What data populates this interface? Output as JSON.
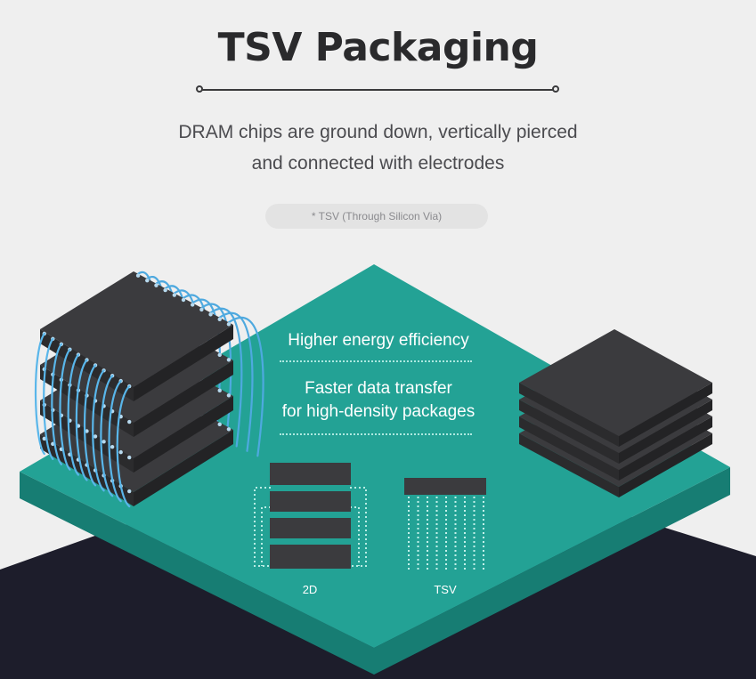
{
  "title": "TSV Packaging",
  "subtitle_line1": "DRAM chips are ground down, vertically pierced",
  "subtitle_line2": "and connected with electrodes",
  "footnote": "* TSV (Through Silicon Via)",
  "benefits": {
    "first": "Higher energy efficiency",
    "second_line1": "Faster data transfer",
    "second_line2": "for high-density packages"
  },
  "comparison": {
    "left_label": "2D",
    "right_label": "TSV"
  },
  "colors": {
    "background": "#efefef",
    "platform_top": "#23a295",
    "platform_side": "#177d73",
    "floor": "#1d1d2b",
    "chip_top": "#3b3b3e",
    "chip_side": "#2b2b2d",
    "wire": "#4ea9df"
  }
}
